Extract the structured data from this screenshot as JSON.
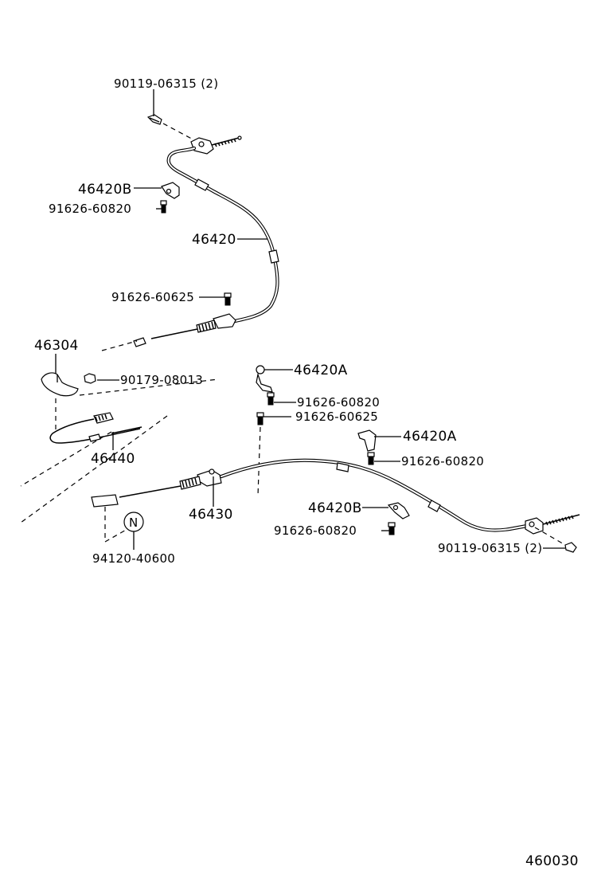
{
  "labels": {
    "bolt_top": "90119-06315 (2)",
    "clamp_upper": "46420B",
    "bolt_upper_clamp": "91626-60820",
    "cable_left": "46420",
    "bolt_left_mid": "91626-60625",
    "equalizer": "46304",
    "nut": "90179-08013",
    "front_cable": "46440",
    "clamp_a_top": "46420A",
    "bolt_a_top": "91626-60820",
    "bolt_center": "91626-60625",
    "clamp_a_right": "46420A",
    "bolt_a_right": "91626-60820",
    "cable_right": "46430",
    "clamp_lower": "46420B",
    "bolt_lower_clamp": "91626-60820",
    "bolt_right_end": "90119-06315 (2)",
    "grommet": "94120-40600",
    "circle_symbol": "N",
    "diagram_number": "460030"
  }
}
